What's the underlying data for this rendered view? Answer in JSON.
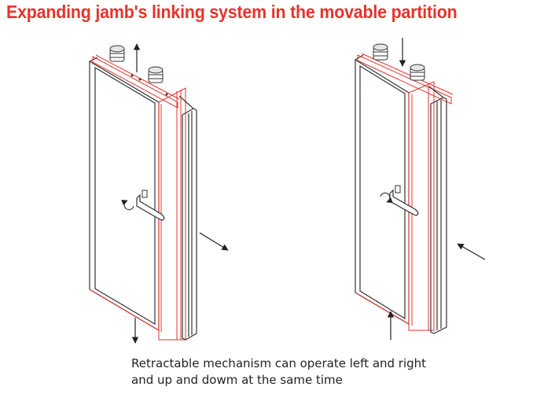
{
  "title": "Expanding jamb's linking system in the movable partition",
  "caption": {
    "line1": "Retractable mechanism can operate left and right",
    "line2": "and up and dowm at the same time"
  },
  "colors": {
    "title": "#e8322c",
    "outline": "#333333",
    "highlight": "#e8322c",
    "caption": "#222222"
  },
  "icons": [
    "arrow-icon",
    "rotation-icon",
    "hex-key-icon",
    "roller-icon"
  ]
}
